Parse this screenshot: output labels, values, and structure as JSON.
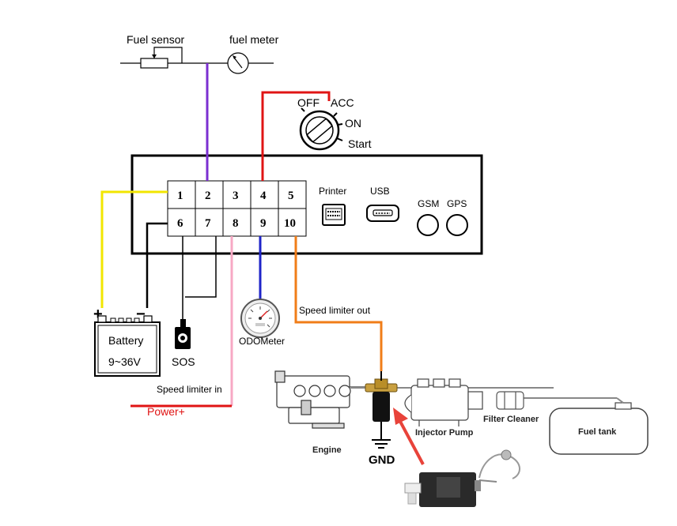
{
  "labels": {
    "fuel_sensor": "Fuel sensor",
    "fuel_meter": "fuel meter",
    "off": "OFF",
    "acc": "ACC",
    "on": "ON",
    "start": "Start",
    "printer": "Printer",
    "usb": "USB",
    "gsm": "GSM",
    "gps": "GPS",
    "battery": "Battery",
    "battery_voltage": "9~36V",
    "battery_plus": "+",
    "battery_minus": "−",
    "sos": "SOS",
    "odometer": "ODOMeter",
    "speed_limiter_out": "Speed limiter out",
    "speed_limiter_in": "Speed limiter in",
    "power": "Power+",
    "engine": "Engine",
    "gnd": "GND",
    "injector_pump": "Injector Pump",
    "filter_cleaner": "Filter Cleaner",
    "fuel_tank": "Fuel tank"
  },
  "pins": [
    "1",
    "2",
    "3",
    "4",
    "5",
    "6",
    "7",
    "8",
    "9",
    "10"
  ],
  "colors": {
    "yellow": "#f2e600",
    "purple": "#7b2fd0",
    "red": "#e01414",
    "pink": "#f7a8c4",
    "blue": "#1f24c8",
    "orange": "#f07d18",
    "black": "#000000",
    "power_text": "#e01414",
    "arrow": "#e8433a"
  }
}
